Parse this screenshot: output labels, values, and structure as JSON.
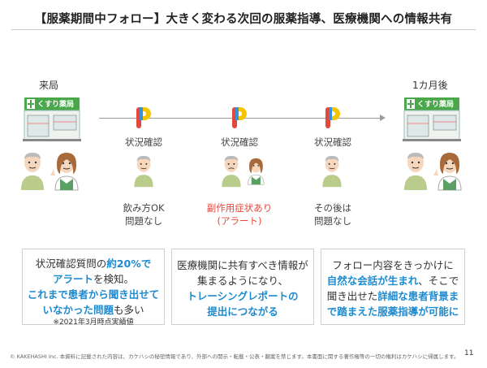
{
  "title": "【服薬期間中フォロー】大きく変わる次回の服薬指導、医療機関への情報共有",
  "timeline": {
    "start_label": "来局",
    "end_label": "1カ月後",
    "store_sign": "くすり薬局",
    "steps": [
      {
        "label": "状況確認",
        "result_lines": [
          "飲み方OK",
          "問題なし"
        ],
        "result_color": "#444444"
      },
      {
        "label": "状況確認",
        "result_lines": [
          "副作用症状あり",
          "(アラート)"
        ],
        "result_color": "#e5473a"
      },
      {
        "label": "状況確認",
        "result_lines": [
          "その後は",
          "問題なし"
        ],
        "result_color": "#444444"
      }
    ]
  },
  "boxes": [
    {
      "line1_a": "状況確認質問の",
      "line1_b": "約20%で",
      "line2_a": "アラート",
      "line2_b": "を検知。",
      "line3": "これまで患者から聞き出せて",
      "line4_a": "いなかった問題",
      "line4_b": "も多い",
      "note": "※2021年3月時点実績値"
    },
    {
      "line1": "医療機関に共有すべき情報が",
      "line2": "集まるようになり、",
      "line3": "トレーシングレポートの",
      "line4": "提出につながる"
    },
    {
      "line1": "フォロー内容をきっかけに",
      "line2_a": "自然な会話が生まれ",
      "line2_b": "、そこで",
      "line3_a": "聞き出せた",
      "line3_b": "詳細な患者背景ま",
      "line4": "で踏まえた服薬指導が可能に"
    }
  ],
  "footer": "© KAKEHASHI Inc. 本資料に記載された内容は、カケハシの秘密情報であり、外部への開示・転載・公表・翻案を禁じます。本書面に関する著作権等の一切の権利はカケハシに帰属します。",
  "page_number": "11",
  "colors": {
    "accent_blue": "#1e8bd0",
    "alert_red": "#e5473a",
    "store_green": "#4aa84a",
    "pharmacist_vest": "#5aa064"
  }
}
